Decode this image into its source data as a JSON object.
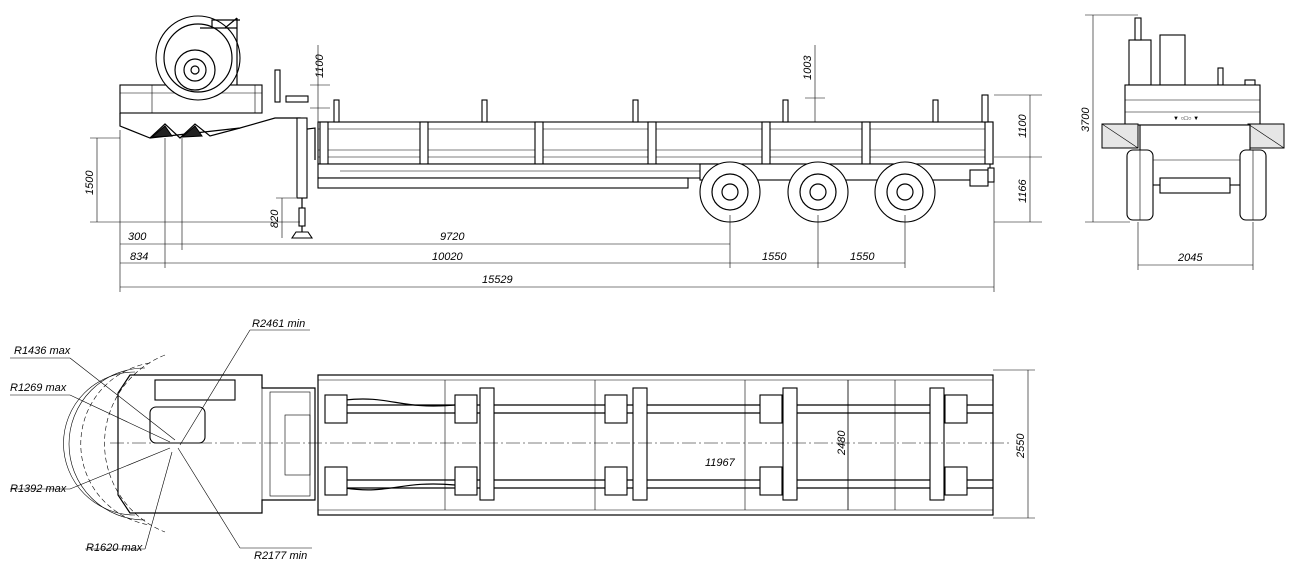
{
  "side_view": {
    "dim_1100_top": "1100",
    "dim_1003": "1003",
    "dim_1100_right": "1100",
    "dim_1166": "1166",
    "dim_1500": "1500",
    "dim_820": "820",
    "dim_300": "300",
    "dim_9720": "9720",
    "dim_834": "834",
    "dim_10020": "10020",
    "dim_1550_a": "1550",
    "dim_1550_b": "1550",
    "dim_15529": "15529"
  },
  "rear_view": {
    "dim_3700": "3700",
    "dim_2045": "2045"
  },
  "top_view": {
    "r_2461": "R2461 min",
    "r_1436": "R1436 max",
    "r_1269": "R1269 max",
    "r_1392": "R1392 max",
    "r_1620": "R1620 max",
    "r_2177": "R2177 min",
    "dim_11967": "11967",
    "dim_2480": "2480",
    "dim_2550": "2550"
  },
  "colors": {
    "line": "#000000",
    "background": "#ffffff"
  }
}
